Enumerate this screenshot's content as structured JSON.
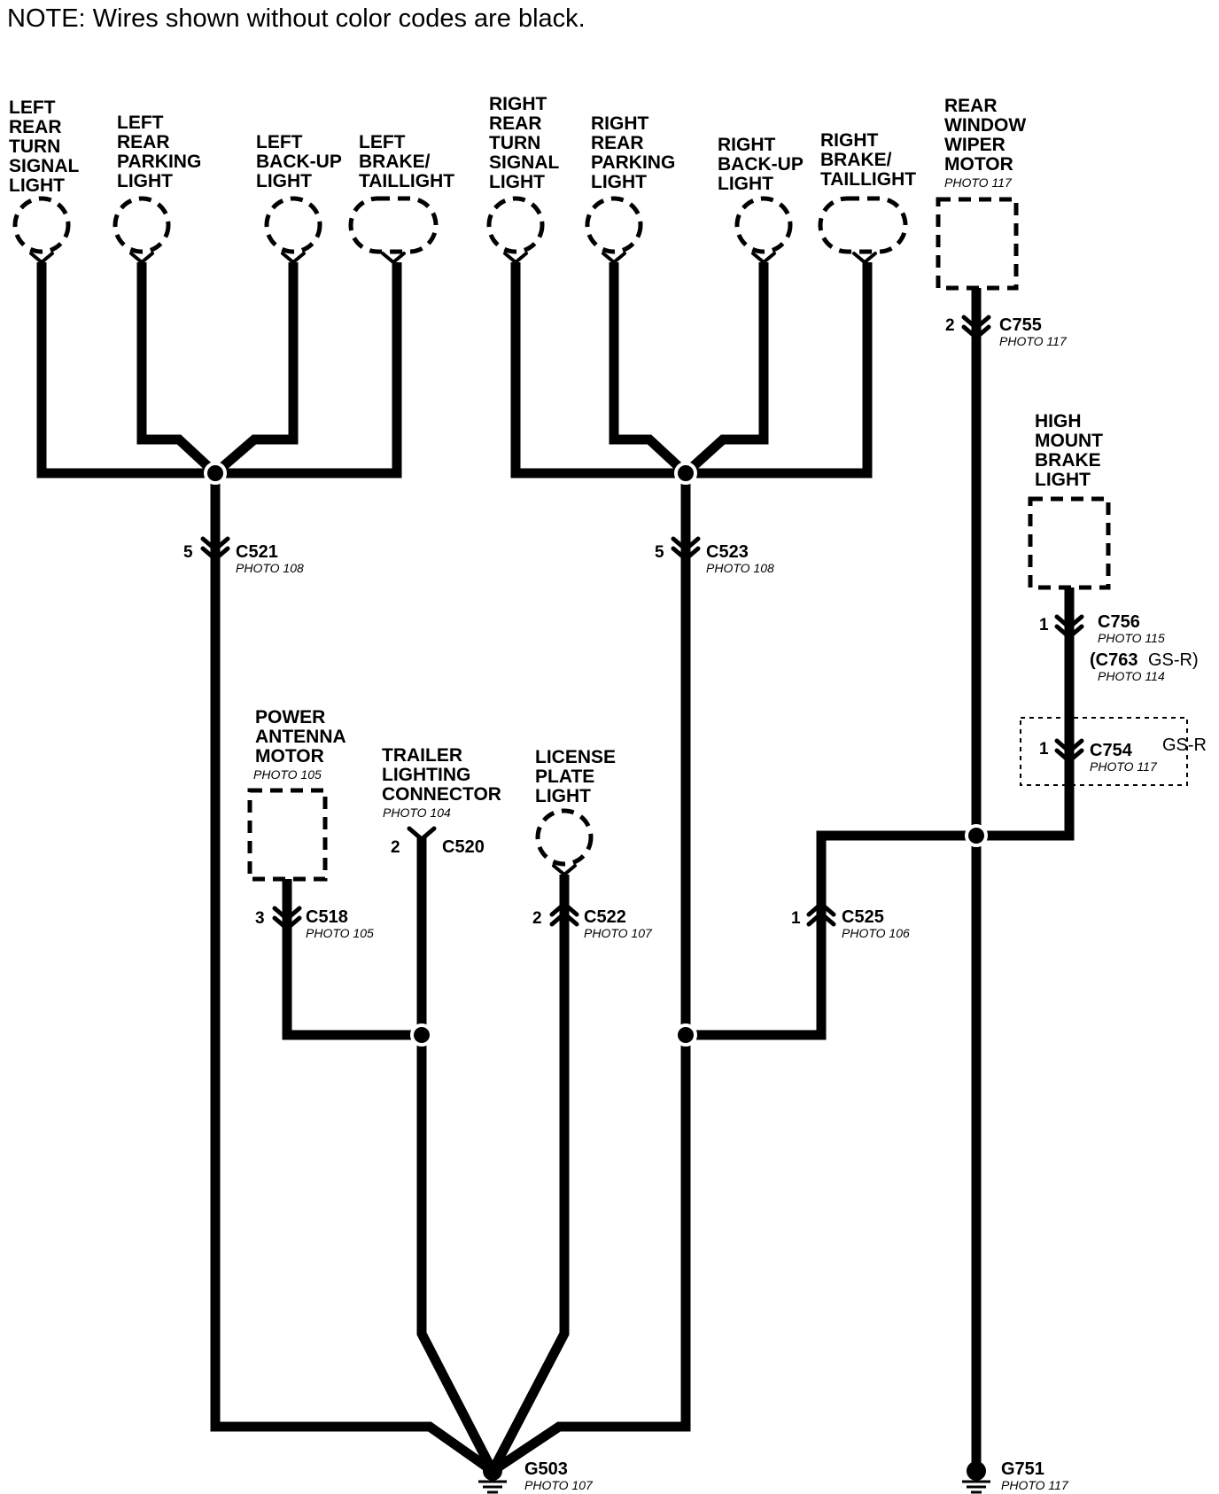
{
  "note": "NOTE: Wires shown without color codes are black.",
  "components": {
    "left_rear_turn": [
      "LEFT",
      "REAR",
      "TURN",
      "SIGNAL",
      "LIGHT"
    ],
    "left_rear_parking": [
      "LEFT",
      "REAR",
      "PARKING",
      "LIGHT"
    ],
    "left_backup": [
      "LEFT",
      "BACK-UP",
      "LIGHT"
    ],
    "left_brake": [
      "LEFT",
      "BRAKE/",
      "TAILLIGHT"
    ],
    "right_rear_turn": [
      "RIGHT",
      "REAR",
      "TURN",
      "SIGNAL",
      "LIGHT"
    ],
    "right_rear_parking": [
      "RIGHT",
      "REAR",
      "PARKING",
      "LIGHT"
    ],
    "right_backup": [
      "RIGHT",
      "BACK-UP",
      "LIGHT"
    ],
    "right_brake": [
      "RIGHT",
      "BRAKE/",
      "TAILLIGHT"
    ],
    "rear_wiper": [
      "REAR",
      "WINDOW",
      "WIPER",
      "MOTOR"
    ],
    "rear_wiper_photo": "PHOTO 117",
    "high_mount": [
      "HIGH",
      "MOUNT",
      "BRAKE",
      "LIGHT"
    ],
    "power_antenna": [
      "POWER",
      "ANTENNA",
      "MOTOR"
    ],
    "power_antenna_photo": "PHOTO 105",
    "trailer": [
      "TRAILER",
      "LIGHTING",
      "CONNECTOR"
    ],
    "trailer_photo": "PHOTO 104",
    "license": [
      "LICENSE",
      "PLATE",
      "LIGHT"
    ]
  },
  "connectors": {
    "c521": {
      "pin": "5",
      "name": "C521",
      "photo": "PHOTO 108"
    },
    "c523": {
      "pin": "5",
      "name": "C523",
      "photo": "PHOTO 108"
    },
    "c755": {
      "pin": "2",
      "name": "C755",
      "photo": "PHOTO 117"
    },
    "c756": {
      "pin": "1",
      "name": "C756",
      "photo": "PHOTO 115"
    },
    "c763": {
      "name": "(C763",
      "variant": "GS-R)",
      "photo": "PHOTO 114"
    },
    "c754": {
      "pin": "1",
      "name": "C754",
      "photo": "PHOTO 117",
      "variant": "GS-R"
    },
    "c518": {
      "pin": "3",
      "name": "C518",
      "photo": "PHOTO 105"
    },
    "c520": {
      "pin": "2",
      "name": "C520"
    },
    "c522": {
      "pin": "2",
      "name": "C522",
      "photo": "PHOTO 107"
    },
    "c525": {
      "pin": "1",
      "name": "C525",
      "photo": "PHOTO 106"
    }
  },
  "grounds": {
    "g503": {
      "name": "G503",
      "photo": "PHOTO 107"
    },
    "g751": {
      "name": "G751",
      "photo": "PHOTO 117"
    }
  }
}
